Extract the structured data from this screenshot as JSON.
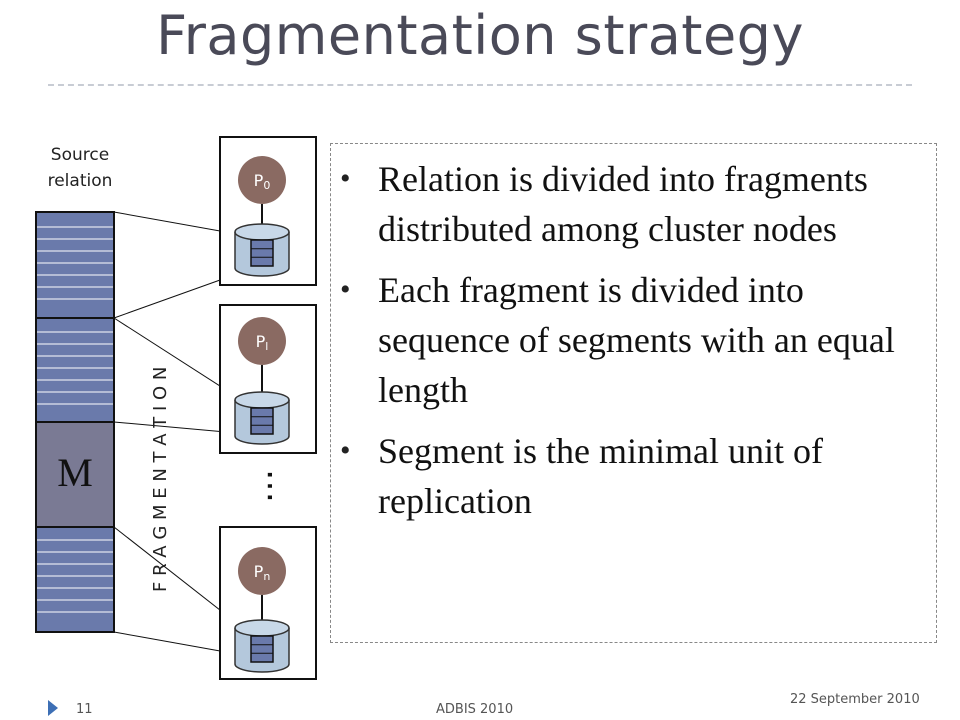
{
  "slide": {
    "title": "Fragmentation strategy",
    "number": "11",
    "conference": "ADBIS 2010",
    "date": "22 September 2010"
  },
  "diagram": {
    "source_label_line1": "Source",
    "source_label_line2": "relation",
    "fragment_label": "M",
    "vertical_label": "F R A G M E N T A T I O N",
    "nodes": [
      {
        "label": "P",
        "sub": "0"
      },
      {
        "label": "P",
        "sub": "l"
      },
      {
        "label": "P",
        "sub": "n"
      }
    ],
    "ellipsis": "…"
  },
  "bullets": [
    "Relation is divided into fragments distributed among cluster nodes",
    "Each fragment is divided into sequence of segments with an equal length",
    "Segment is the minimal unit of replication"
  ],
  "colors": {
    "stripe": "#6a7aab",
    "fragment": "#7a7a94",
    "node": "#8a6a62",
    "db": "#b4c8dc",
    "accent": "#3d6fb5"
  }
}
